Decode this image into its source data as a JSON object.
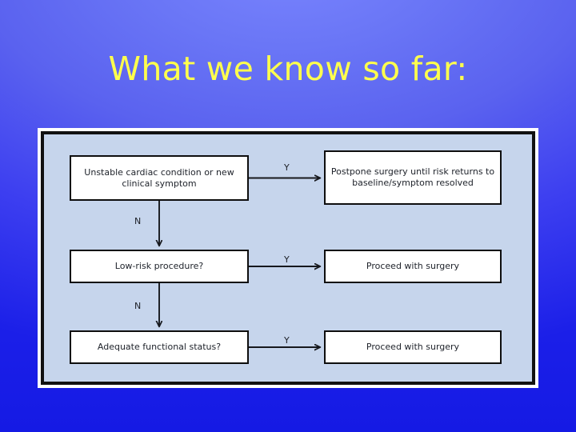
{
  "slide": {
    "title": "What we know so far:",
    "title_color": "#ffff4d",
    "background_top_color": "#6b77f8",
    "background_bottom_color": "#1b1fe8"
  },
  "figure": {
    "frame_border_color": "#111111",
    "frame_outer_color": "#ffffff",
    "panel_background_color": "#c6d5ec",
    "node_fill_color": "#ffffff",
    "node_border_color": "#0e0e0e",
    "connector_color": "#16181d",
    "type": "flowchart",
    "nodes": [
      {
        "id": "unstable",
        "role": "decision",
        "column": "left",
        "row": 1,
        "label": "Unstable cardiac condition or new clinical symptom"
      },
      {
        "id": "postpone",
        "role": "outcome",
        "column": "right",
        "row": 1,
        "label": "Postpone surgery until risk returns to baseline/symptom resolved"
      },
      {
        "id": "lowrisk",
        "role": "decision",
        "column": "left",
        "row": 2,
        "label": "Low-risk procedure?"
      },
      {
        "id": "proceed1",
        "role": "outcome",
        "column": "right",
        "row": 2,
        "label": "Proceed with surgery"
      },
      {
        "id": "adequate",
        "role": "decision",
        "column": "left",
        "row": 3,
        "label": "Adequate functional status?"
      },
      {
        "id": "proceed2",
        "role": "outcome",
        "column": "right",
        "row": 3,
        "label": "Proceed with surgery"
      }
    ],
    "edges": [
      {
        "id": "e1",
        "from": "unstable",
        "to": "postpone",
        "label": "Y",
        "direction": "right"
      },
      {
        "id": "e2",
        "from": "unstable",
        "to": "lowrisk",
        "label": "N",
        "direction": "down"
      },
      {
        "id": "e3",
        "from": "lowrisk",
        "to": "proceed1",
        "label": "Y",
        "direction": "right"
      },
      {
        "id": "e4",
        "from": "lowrisk",
        "to": "adequate",
        "label": "N",
        "direction": "down"
      },
      {
        "id": "e5",
        "from": "adequate",
        "to": "proceed2",
        "label": "Y",
        "direction": "right"
      }
    ]
  }
}
